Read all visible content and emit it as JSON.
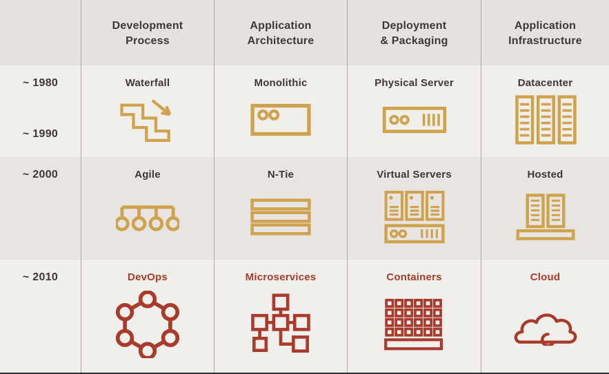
{
  "palette": {
    "gold": "#CFA34E",
    "red": "#A93B2C",
    "header_bg": "#E5E2DE",
    "row_light_bg": "#F1EFEC",
    "row_shade_bg": "#E7E4E1",
    "divider": "#ACA7A2",
    "text_dark": "#3B3836"
  },
  "header": {
    "columns": [
      {
        "label": "Development\nProcess"
      },
      {
        "label": "Application\nArchitecture"
      },
      {
        "label": "Deployment\n& Packaging"
      },
      {
        "label": "Application\nInfrastructure"
      }
    ]
  },
  "rows": [
    {
      "eras": [
        "~ 1980",
        "~ 1990"
      ],
      "cells": [
        {
          "label": "Waterfall",
          "icon": "waterfall-stairs-icon"
        },
        {
          "label": "Monolithic",
          "icon": "monolithic-block-icon"
        },
        {
          "label": "Physical Server",
          "icon": "physical-server-icon"
        },
        {
          "label": "Datacenter",
          "icon": "datacenter-racks-icon"
        }
      ]
    },
    {
      "eras": [
        "~ 2000"
      ],
      "cells": [
        {
          "label": "Agile",
          "icon": "agile-chain-icon"
        },
        {
          "label": "N-Tie",
          "icon": "n-tier-layers-icon"
        },
        {
          "label": "Virtual Servers",
          "icon": "virtual-servers-icon"
        },
        {
          "label": "Hosted",
          "icon": "hosted-racks-icon"
        }
      ]
    },
    {
      "eras": [
        "~ 2010"
      ],
      "cells": [
        {
          "label": "DevOps",
          "icon": "devops-cycle-icon"
        },
        {
          "label": "Microservices",
          "icon": "microservices-nodes-icon"
        },
        {
          "label": "Containers",
          "icon": "containers-grid-icon"
        },
        {
          "label": "Cloud",
          "icon": "cloud-icon"
        }
      ]
    }
  ]
}
